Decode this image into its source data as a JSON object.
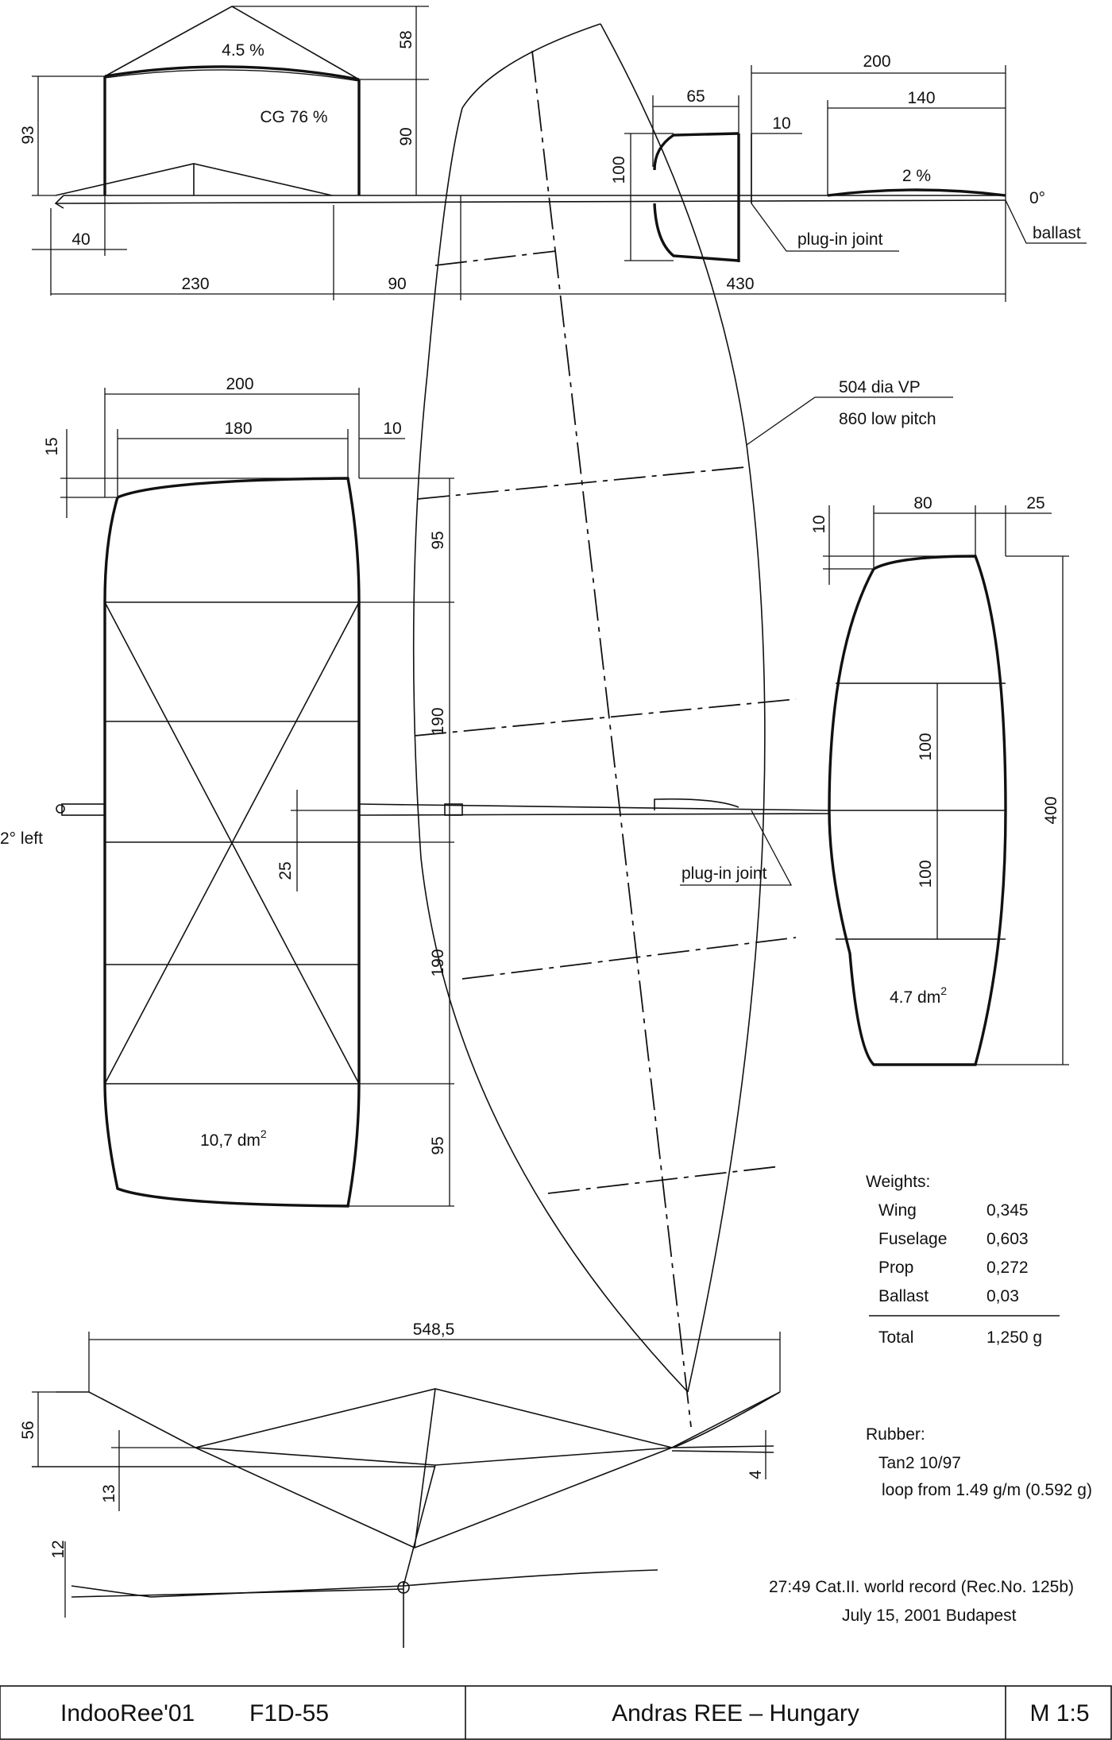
{
  "side_view": {
    "camber_wing": "4.5 %",
    "cg": "CG 76 %",
    "camber_stab": "2 %",
    "incidence": "0°",
    "plug_joint": "plug-in joint",
    "ballast": "ballast",
    "dims": {
      "d58": "58",
      "d93": "93",
      "d90v": "90",
      "d65": "65",
      "d10": "10",
      "d100": "100",
      "d200": "200",
      "d140": "140",
      "d40": "40",
      "d230": "230",
      "d90h": "90",
      "d430": "430"
    }
  },
  "prop": {
    "label_1": "504 dia VP",
    "label_2": "860 low pitch"
  },
  "wing": {
    "d200": "200",
    "d180": "180",
    "d10": "10",
    "d15": "15",
    "d95a": "95",
    "d190a": "190",
    "d25": "25",
    "d190b": "190",
    "d95b": "95",
    "area": "10,7 dm",
    "area_sup": "2",
    "tilt": "2° left",
    "plug_joint": "plug-in joint"
  },
  "stab": {
    "d80": "80",
    "d25": "25",
    "d10": "10",
    "d100a": "100",
    "d100b": "100",
    "d400": "400",
    "area": "4.7 dm",
    "area_sup": "2"
  },
  "front_view": {
    "d548": "548,5",
    "d56": "56",
    "d13": "13",
    "d4": "4",
    "d12": "12"
  },
  "weights": {
    "title": "Weights:",
    "rows": [
      {
        "name": "Wing",
        "value": "0,345"
      },
      {
        "name": "Fuselage",
        "value": "0,603"
      },
      {
        "name": "Prop",
        "value": "0,272"
      },
      {
        "name": "Ballast",
        "value": "0,03"
      }
    ],
    "total_name": "Total",
    "total_value": "1,250 g"
  },
  "rubber": {
    "title": "Rubber:",
    "line_1": "Tan2  10/97",
    "line_2": "loop from 1.49 g/m (0.592 g)"
  },
  "record": {
    "line_1": "27:49  Cat.II.  world record (Rec.No. 125b)",
    "line_2": "July 15, 2001  Budapest"
  },
  "title_block": {
    "model": "IndooRee'01",
    "class": "F1D-55",
    "designer": "Andras REE  –  Hungary",
    "scale": "M 1:5"
  }
}
